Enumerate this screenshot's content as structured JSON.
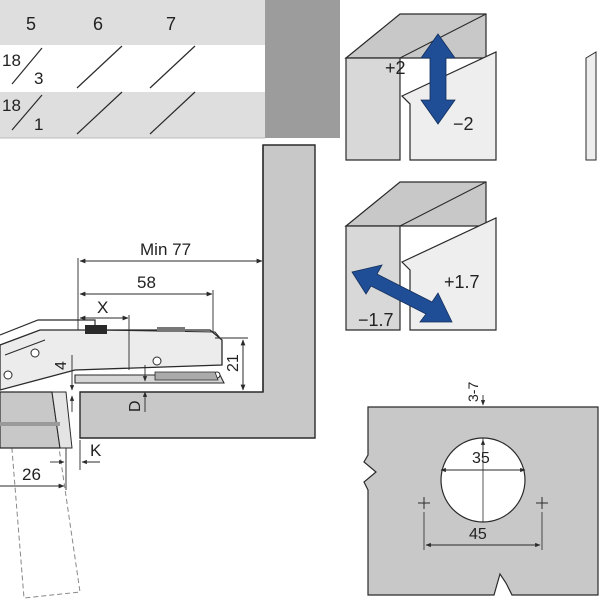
{
  "table": {
    "headers": [
      "5",
      "6",
      "7"
    ],
    "rows": [
      {
        "top": "18",
        "bottom": "3"
      },
      {
        "top": "18",
        "bottom": "1"
      }
    ]
  },
  "hinge": {
    "dim_min": "Min 77",
    "dim_58": "58",
    "dim_x": "X",
    "dim_21": "21",
    "dim_4": "4",
    "dim_d": "D",
    "dim_k": "K",
    "dim_26": "26"
  },
  "adjust_vertical": {
    "plus": "+2",
    "minus": "−2"
  },
  "adjust_side": {
    "plus": "+1.7",
    "minus": "−1.7"
  },
  "drilling": {
    "dim_3_7": "3-7",
    "dim_35": "35",
    "dim_45": "45"
  },
  "colors": {
    "panel_gray": "#c8c8c8",
    "table_dark": "#9c9c9c",
    "table_light": "#dedede",
    "arrow_blue": "#1f4e96",
    "line": "#2a2a2a"
  }
}
